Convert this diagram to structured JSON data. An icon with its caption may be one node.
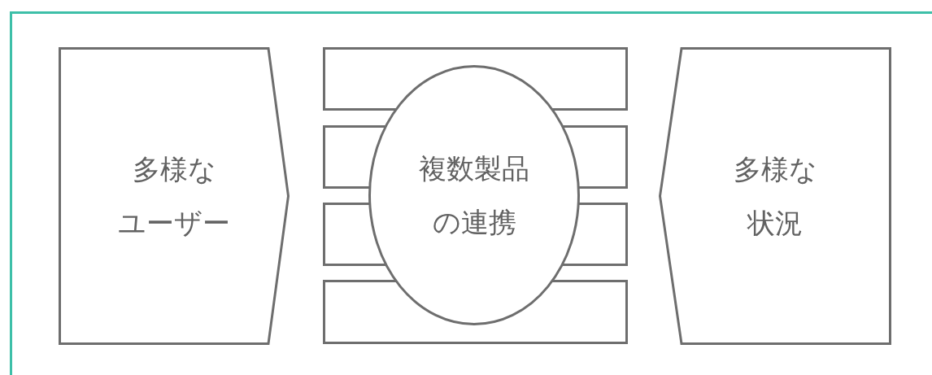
{
  "diagram": {
    "nodes": [
      {
        "text": [
          "多様なユーザー"
        ]
      },
      {
        "text": [],
        "shape": "box"
      },
      {
        "text": [],
        "shape": "box"
      },
      {
        "text": [],
        "shape": "box"
      },
      {
        "text": [],
        "shape": "box"
      },
      {
        "text": [
          "複数製品の連携"
        ]
      },
      {
        "text": [
          "多様な状況"
        ]
      }
    ],
    "edges": []
  }
}
